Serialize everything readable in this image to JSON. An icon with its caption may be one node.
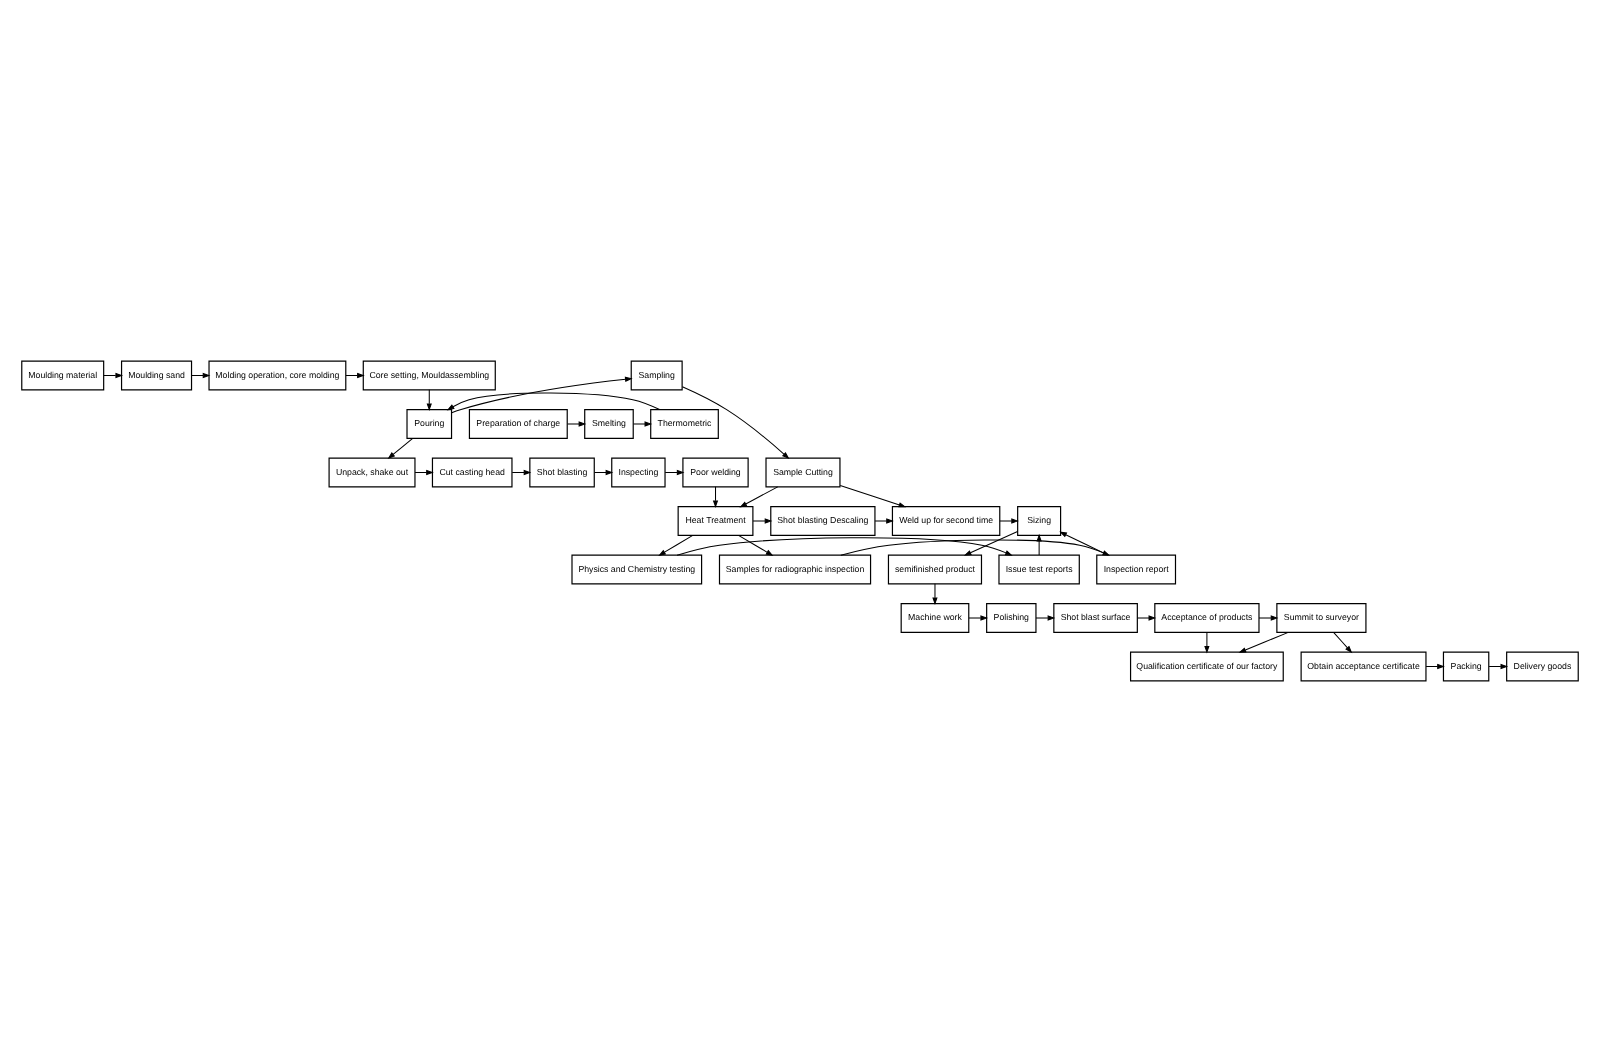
{
  "diagram": {
    "nodes": [
      {
        "text": [
          "Moulding material"
        ]
      },
      {
        "text": [
          "Moulding sand"
        ]
      },
      {
        "text": [
          "Molding operation, core molding"
        ]
      },
      {
        "text": [
          "Core setting, Mouldassembling"
        ]
      },
      {
        "text": [
          "Sampling"
        ]
      },
      {
        "text": [
          "Preparation of charge"
        ]
      },
      {
        "text": [
          "Smelting"
        ]
      },
      {
        "text": [
          "Thermometric"
        ]
      },
      {
        "text": [
          "Pouring"
        ]
      },
      {
        "text": [
          "Poor welding"
        ]
      },
      {
        "text": [
          "Inspecting"
        ]
      },
      {
        "text": [
          "Shot blasting"
        ]
      },
      {
        "text": [
          "Cut casting head"
        ]
      },
      {
        "text": [
          "Unpack, shake out"
        ]
      },
      {
        "text": [
          "Sample Cutting"
        ]
      },
      {
        "text": [
          "Heat Treatment"
        ]
      },
      {
        "text": [
          "Shot blasting Descaling"
        ]
      },
      {
        "text": [
          "Weld up for second time"
        ]
      },
      {
        "text": [
          "Sizing"
        ]
      },
      {
        "text": [
          "semifinished product"
        ]
      },
      {
        "text": [
          "Physics and Chemistry testing"
        ]
      },
      {
        "text": [
          "Issue test reports"
        ]
      },
      {
        "text": [
          "Samples for radiographic inspection"
        ]
      },
      {
        "text": [
          "Inspection report"
        ]
      },
      {
        "text": [
          "Summit to surveyor"
        ]
      },
      {
        "text": [
          "Acceptance of products"
        ]
      },
      {
        "text": [
          "Shot blast surface"
        ]
      },
      {
        "text": [
          "Polishing"
        ]
      },
      {
        "text": [
          "Machine work"
        ]
      },
      {
        "text": [
          "Qualification certificate of our factory"
        ]
      },
      {
        "text": [
          "Obtain acceptance certificate"
        ]
      },
      {
        "text": [
          "Packing"
        ]
      },
      {
        "text": [
          "Delivery goods"
        ]
      }
    ],
    "edges": [
      {
        "from": 0,
        "to": 1,
        "arrow": "to"
      },
      {
        "from": 1,
        "to": 2,
        "arrow": "to"
      },
      {
        "from": 2,
        "to": 3,
        "arrow": "to"
      },
      {
        "from": 3,
        "to": 8,
        "arrow": "to"
      },
      {
        "from": 5,
        "to": 6,
        "arrow": "to"
      },
      {
        "from": 6,
        "to": 7,
        "arrow": "to"
      },
      {
        "from": 7,
        "to": 8,
        "arrow": "to"
      },
      {
        "from": 8,
        "to": 4,
        "arrow": "to"
      },
      {
        "from": 8,
        "to": 13,
        "arrow": "to"
      },
      {
        "from": 4,
        "to": 14,
        "arrow": "to"
      },
      {
        "from": 13,
        "to": 12,
        "arrow": "to"
      },
      {
        "from": 12,
        "to": 11,
        "arrow": "to"
      },
      {
        "from": 11,
        "to": 10,
        "arrow": "to"
      },
      {
        "from": 10,
        "to": 9,
        "arrow": "to"
      },
      {
        "from": 9,
        "to": 15,
        "arrow": "to"
      },
      {
        "from": 14,
        "to": 15,
        "arrow": "to"
      },
      {
        "from": 14,
        "to": 17,
        "arrow": "to"
      },
      {
        "from": 15,
        "to": 16,
        "arrow": "to"
      },
      {
        "from": 16,
        "to": 17,
        "arrow": "to"
      },
      {
        "from": 17,
        "to": 18,
        "arrow": "to"
      },
      {
        "from": 18,
        "to": 19,
        "arrow": "to"
      },
      {
        "from": 15,
        "to": 20,
        "arrow": "to"
      },
      {
        "from": 15,
        "to": 22,
        "arrow": "to"
      },
      {
        "from": 20,
        "to": 21,
        "arrow": "to"
      },
      {
        "from": 22,
        "to": 23,
        "arrow": "to"
      },
      {
        "from": 21,
        "to": 18,
        "arrow": "to"
      },
      {
        "from": 23,
        "to": 18,
        "arrow": "to"
      },
      {
        "from": 19,
        "to": 28,
        "arrow": "to"
      },
      {
        "from": 28,
        "to": 27,
        "arrow": "to"
      },
      {
        "from": 27,
        "to": 26,
        "arrow": "to"
      },
      {
        "from": 26,
        "to": 25,
        "arrow": "to"
      },
      {
        "from": 25,
        "to": 24,
        "arrow": "to"
      },
      {
        "from": 25,
        "to": 29,
        "arrow": "to"
      },
      {
        "from": 24,
        "to": 29,
        "arrow": "to"
      },
      {
        "from": 24,
        "to": 30,
        "arrow": "to"
      },
      {
        "from": 30,
        "to": 31,
        "arrow": "to"
      },
      {
        "from": 31,
        "to": 32,
        "arrow": "to"
      }
    ]
  }
}
